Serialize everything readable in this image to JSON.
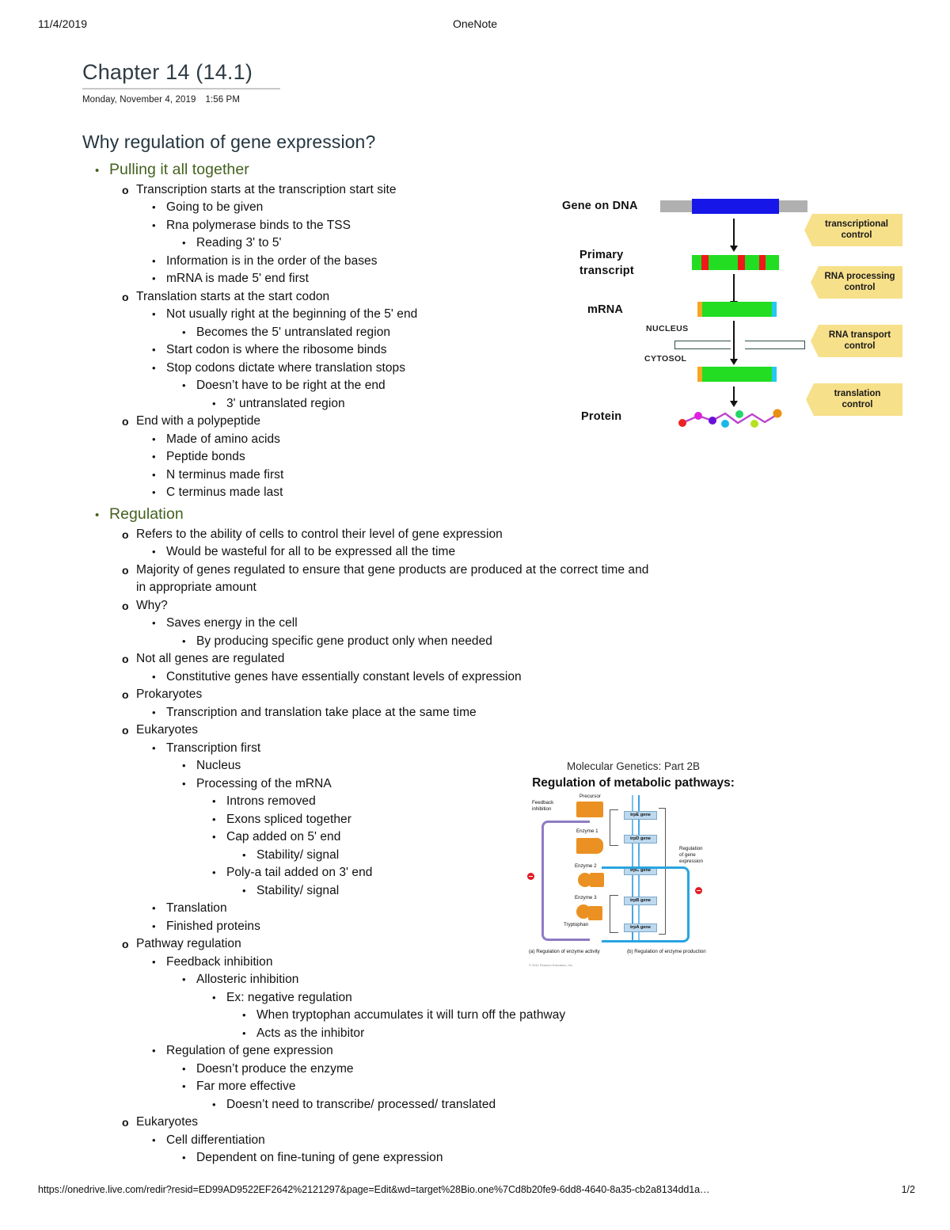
{
  "print_header": {
    "date": "11/4/2019",
    "app": "OneNote"
  },
  "note": {
    "title": "Chapter 14 (14.1)",
    "date_stamp": "Monday, November 4, 2019",
    "time_stamp": "1:56 PM"
  },
  "outline": {
    "heading": "Why regulation of gene expression?",
    "items": [
      {
        "level": 1,
        "marker": "dot",
        "green": true,
        "text": "Pulling it all together"
      },
      {
        "level": 2,
        "marker": "circ",
        "text": "Transcription starts at the transcription start site"
      },
      {
        "level": 3,
        "marker": "sq",
        "text": "Going to be given"
      },
      {
        "level": 3,
        "marker": "sq",
        "text": "Rna polymerase binds to the TSS"
      },
      {
        "level": 4,
        "marker": "sq",
        "text": "Reading 3' to 5'"
      },
      {
        "level": 3,
        "marker": "sq",
        "text": "Information is in the order of the bases"
      },
      {
        "level": 3,
        "marker": "sq",
        "text": "mRNA is made 5' end first"
      },
      {
        "level": 2,
        "marker": "circ",
        "text": "Translation starts at the start codon"
      },
      {
        "level": 3,
        "marker": "sq",
        "text": "Not usually right at the beginning of the 5' end"
      },
      {
        "level": 4,
        "marker": "sq",
        "text": "Becomes the 5' untranslated region"
      },
      {
        "level": 3,
        "marker": "sq",
        "text": "Start codon is where the ribosome binds"
      },
      {
        "level": 3,
        "marker": "sq",
        "text": "Stop codons dictate where translation stops"
      },
      {
        "level": 4,
        "marker": "sq",
        "text": "Doesn’t have to be right at the end"
      },
      {
        "level": 5,
        "marker": "sq",
        "text": "3' untranslated region"
      },
      {
        "level": 2,
        "marker": "circ",
        "text": "End with a polypeptide"
      },
      {
        "level": 3,
        "marker": "sq",
        "text": "Made of amino acids"
      },
      {
        "level": 3,
        "marker": "sq",
        "text": "Peptide bonds"
      },
      {
        "level": 3,
        "marker": "sq",
        "text": "N terminus made first"
      },
      {
        "level": 3,
        "marker": "sq",
        "text": "C terminus made last"
      },
      {
        "level": 1,
        "marker": "dot",
        "green": true,
        "text": "Regulation"
      },
      {
        "level": 2,
        "marker": "circ",
        "text": "Refers to the ability of cells to control their level of gene expression"
      },
      {
        "level": 3,
        "marker": "sq",
        "text": "Would be wasteful for all to be expressed all the time"
      },
      {
        "level": 2,
        "marker": "circ",
        "wrap": true,
        "text": "Majority of genes regulated to ensure that gene products are produced at the correct time and in appropriate amount"
      },
      {
        "level": 2,
        "marker": "circ",
        "text": "Why?"
      },
      {
        "level": 3,
        "marker": "sq",
        "text": "Saves energy in the cell"
      },
      {
        "level": 4,
        "marker": "sq",
        "text": "By producing specific gene product only when needed"
      },
      {
        "level": 2,
        "marker": "circ",
        "text": "Not all genes are regulated"
      },
      {
        "level": 3,
        "marker": "sq",
        "text": "Constitutive genes have essentially constant levels of expression"
      },
      {
        "level": 2,
        "marker": "circ",
        "text": "Prokaryotes"
      },
      {
        "level": 3,
        "marker": "sq",
        "text": "Transcription and translation take place at the same time"
      },
      {
        "level": 2,
        "marker": "circ",
        "text": "Eukaryotes"
      },
      {
        "level": 3,
        "marker": "sq",
        "text": "Transcription first"
      },
      {
        "level": 4,
        "marker": "sq",
        "text": "Nucleus"
      },
      {
        "level": 4,
        "marker": "sq",
        "text": "Processing of the mRNA"
      },
      {
        "level": 5,
        "marker": "sq",
        "text": "Introns removed"
      },
      {
        "level": 5,
        "marker": "sq",
        "text": "Exons spliced together"
      },
      {
        "level": 5,
        "marker": "sq",
        "text": "Cap added on 5' end"
      },
      {
        "level": 6,
        "marker": "sq",
        "text": "Stability/ signal"
      },
      {
        "level": 5,
        "marker": "sq",
        "text": "Poly-a tail added on 3' end"
      },
      {
        "level": 6,
        "marker": "sq",
        "text": "Stability/ signal"
      },
      {
        "level": 3,
        "marker": "sq",
        "text": "Translation"
      },
      {
        "level": 3,
        "marker": "sq",
        "text": "Finished proteins"
      },
      {
        "level": 2,
        "marker": "circ",
        "text": "Pathway regulation"
      },
      {
        "level": 3,
        "marker": "sq",
        "text": "Feedback inhibition"
      },
      {
        "level": 4,
        "marker": "sq",
        "text": "Allosteric inhibition"
      },
      {
        "level": 5,
        "marker": "sq",
        "text": "Ex: negative regulation"
      },
      {
        "level": 6,
        "marker": "sq",
        "text": "When tryptophan accumulates it will turn off the pathway"
      },
      {
        "level": 6,
        "marker": "sq",
        "text": "Acts as the inhibitor"
      },
      {
        "level": 3,
        "marker": "sq",
        "text": "Regulation of gene expression"
      },
      {
        "level": 4,
        "marker": "sq",
        "text": "Doesn’t produce the enzyme"
      },
      {
        "level": 4,
        "marker": "sq",
        "text": "Far more effective"
      },
      {
        "level": 5,
        "marker": "sq",
        "text": "Doesn’t need to transcribe/ processed/ translated"
      },
      {
        "level": 2,
        "marker": "circ",
        "text": "Eukaryotes"
      },
      {
        "level": 3,
        "marker": "sq",
        "text": "Cell differentiation"
      },
      {
        "level": 4,
        "marker": "sq",
        "text": "Dependent on fine-tuning of gene expression"
      }
    ]
  },
  "figure_gene_control": {
    "stages": {
      "gene_on_dna": "Gene on DNA",
      "primary_transcript_l1": "Primary",
      "primary_transcript_l2": "transcript",
      "mrna": "mRNA",
      "protein": "Protein"
    },
    "compartments": {
      "nucleus": "NUCLEUS",
      "cytosol": "CYTOSOL"
    },
    "callouts": [
      "transcriptional control",
      "RNA processing control",
      "RNA transport control",
      "translation control"
    ],
    "colors": {
      "dna_exon": "#1616e8",
      "dna_flank": "#b0b0b0",
      "transcript_green": "#22dd22",
      "intron_red": "#f01818",
      "cap_orange": "#f5a623",
      "tail_cyan": "#24c8f0",
      "callout_yellow": "#f7e08a"
    }
  },
  "figure_metabolic": {
    "subtitle": "Molecular Genetics: Part 2B",
    "title": "Regulation of metabolic pathways:",
    "labels": {
      "precursor": "Precursor",
      "feedback_inhibition": "Feedback\ninhibition",
      "enzyme1": "Enzyme 1",
      "enzyme2": "Enzyme 2",
      "enzyme3": "Enzyme 3",
      "tryptophan": "Tryptophan",
      "regulation_of_gene_expression": "Regulation\nof gene\nexpression"
    },
    "genes": [
      "trpE gene",
      "trpD gene",
      "trpC gene",
      "trpB gene",
      "trpA gene"
    ],
    "captions": {
      "a": "(a) Regulation of enzyme activity",
      "b": "(b) Regulation of enzyme production",
      "credit": "© 2011 Pearson Education, Inc."
    },
    "colors": {
      "enzyme_orange": "#eb9123",
      "feedback_purple": "#8e7cc3",
      "gene_blue": "#29a4e0",
      "stop_red": "#e01b24"
    }
  },
  "footer": {
    "url": "https://onedrive.live.com/redir?resid=ED99AD9522EF2642%2121297&page=Edit&wd=target%28Bio.one%7Cd8b20fe9-6dd8-4640-8a35-cb2a8134dd1a…",
    "page": "1/2"
  }
}
